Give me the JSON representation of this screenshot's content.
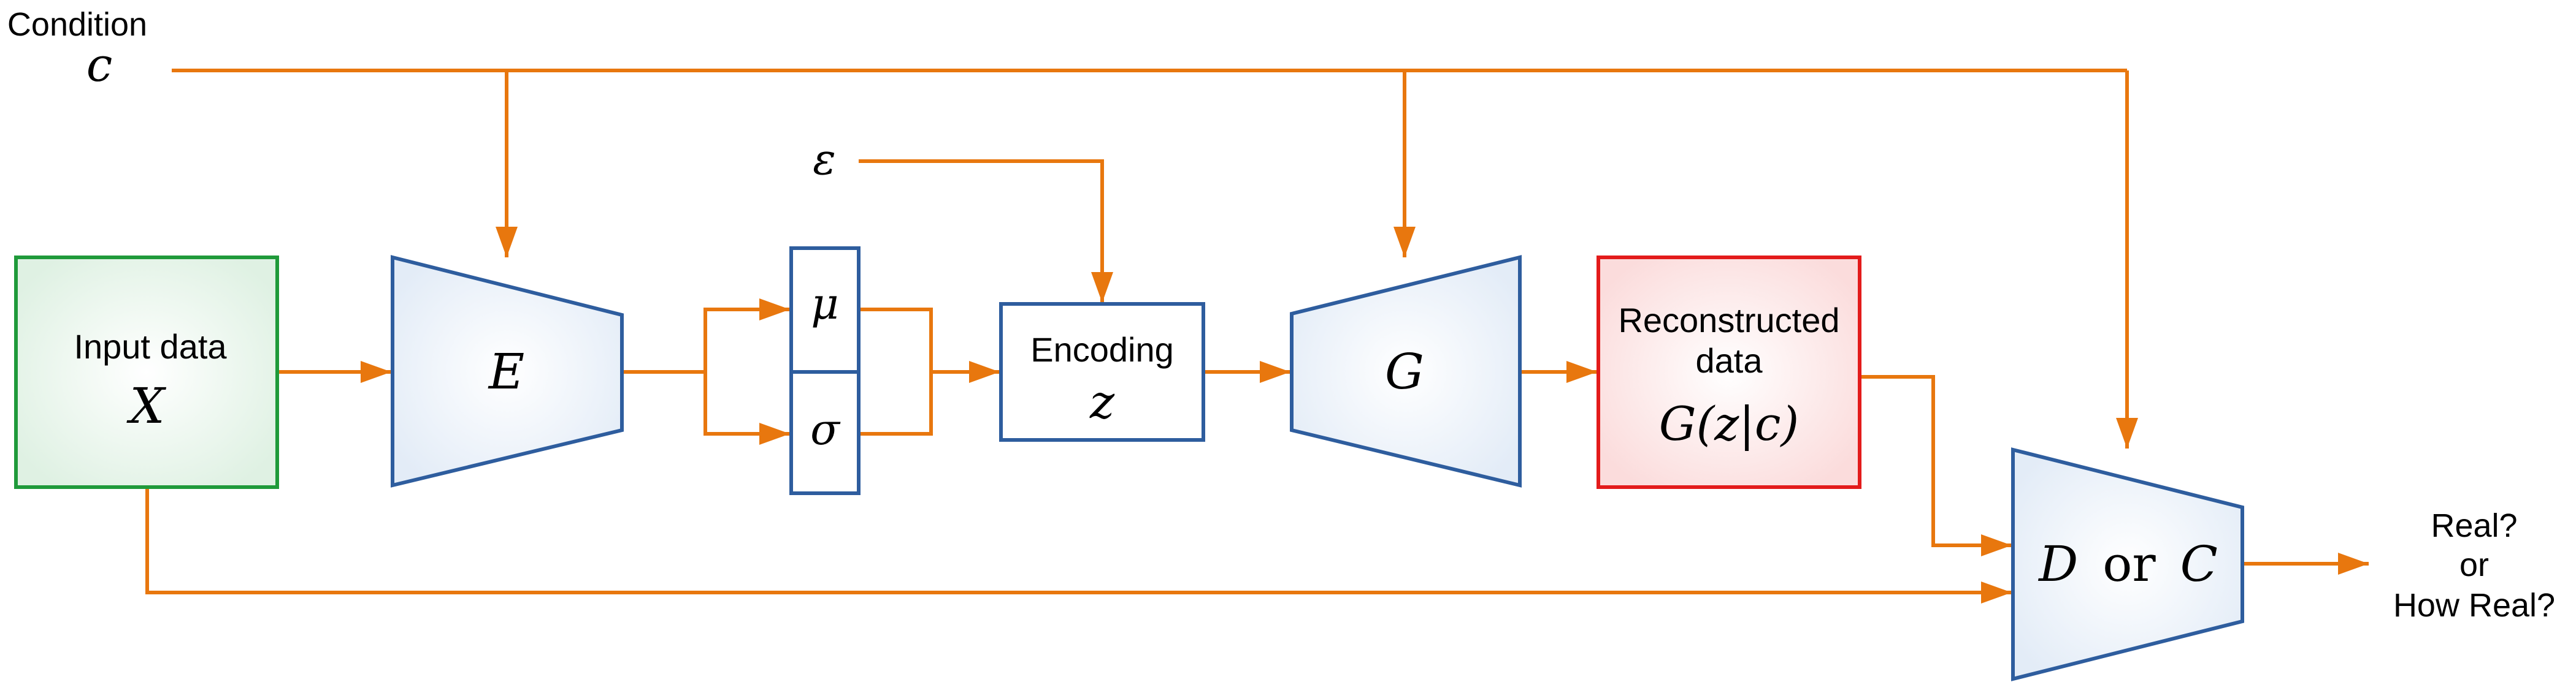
{
  "colors": {
    "arrow": "#e8770e",
    "trapezoid_stroke": "#2e5d9e",
    "input_box_stroke": "#1f9a3a",
    "reconstructed_box_stroke": "#e31b1b",
    "latent_box_stroke": "#2e5d9e"
  },
  "labels": {
    "condition_title": "Condition",
    "condition_symbol": "c",
    "epsilon_symbol": "ε",
    "input_title": "Input data",
    "input_symbol": "X",
    "encoder_symbol": "E",
    "mu_symbol": "μ",
    "sigma_symbol": "σ",
    "encoding_title": "Encoding",
    "encoding_symbol": "z",
    "generator_symbol": "G",
    "reconstructed_line1": "Reconstructed",
    "reconstructed_line2": "data",
    "reconstructed_formula": "G(z|c)",
    "disc_symbol_d": "D",
    "disc_or": "or",
    "disc_symbol_c": "C",
    "output_line1": "Real?",
    "output_line2": "or",
    "output_line3": "How Real?"
  }
}
